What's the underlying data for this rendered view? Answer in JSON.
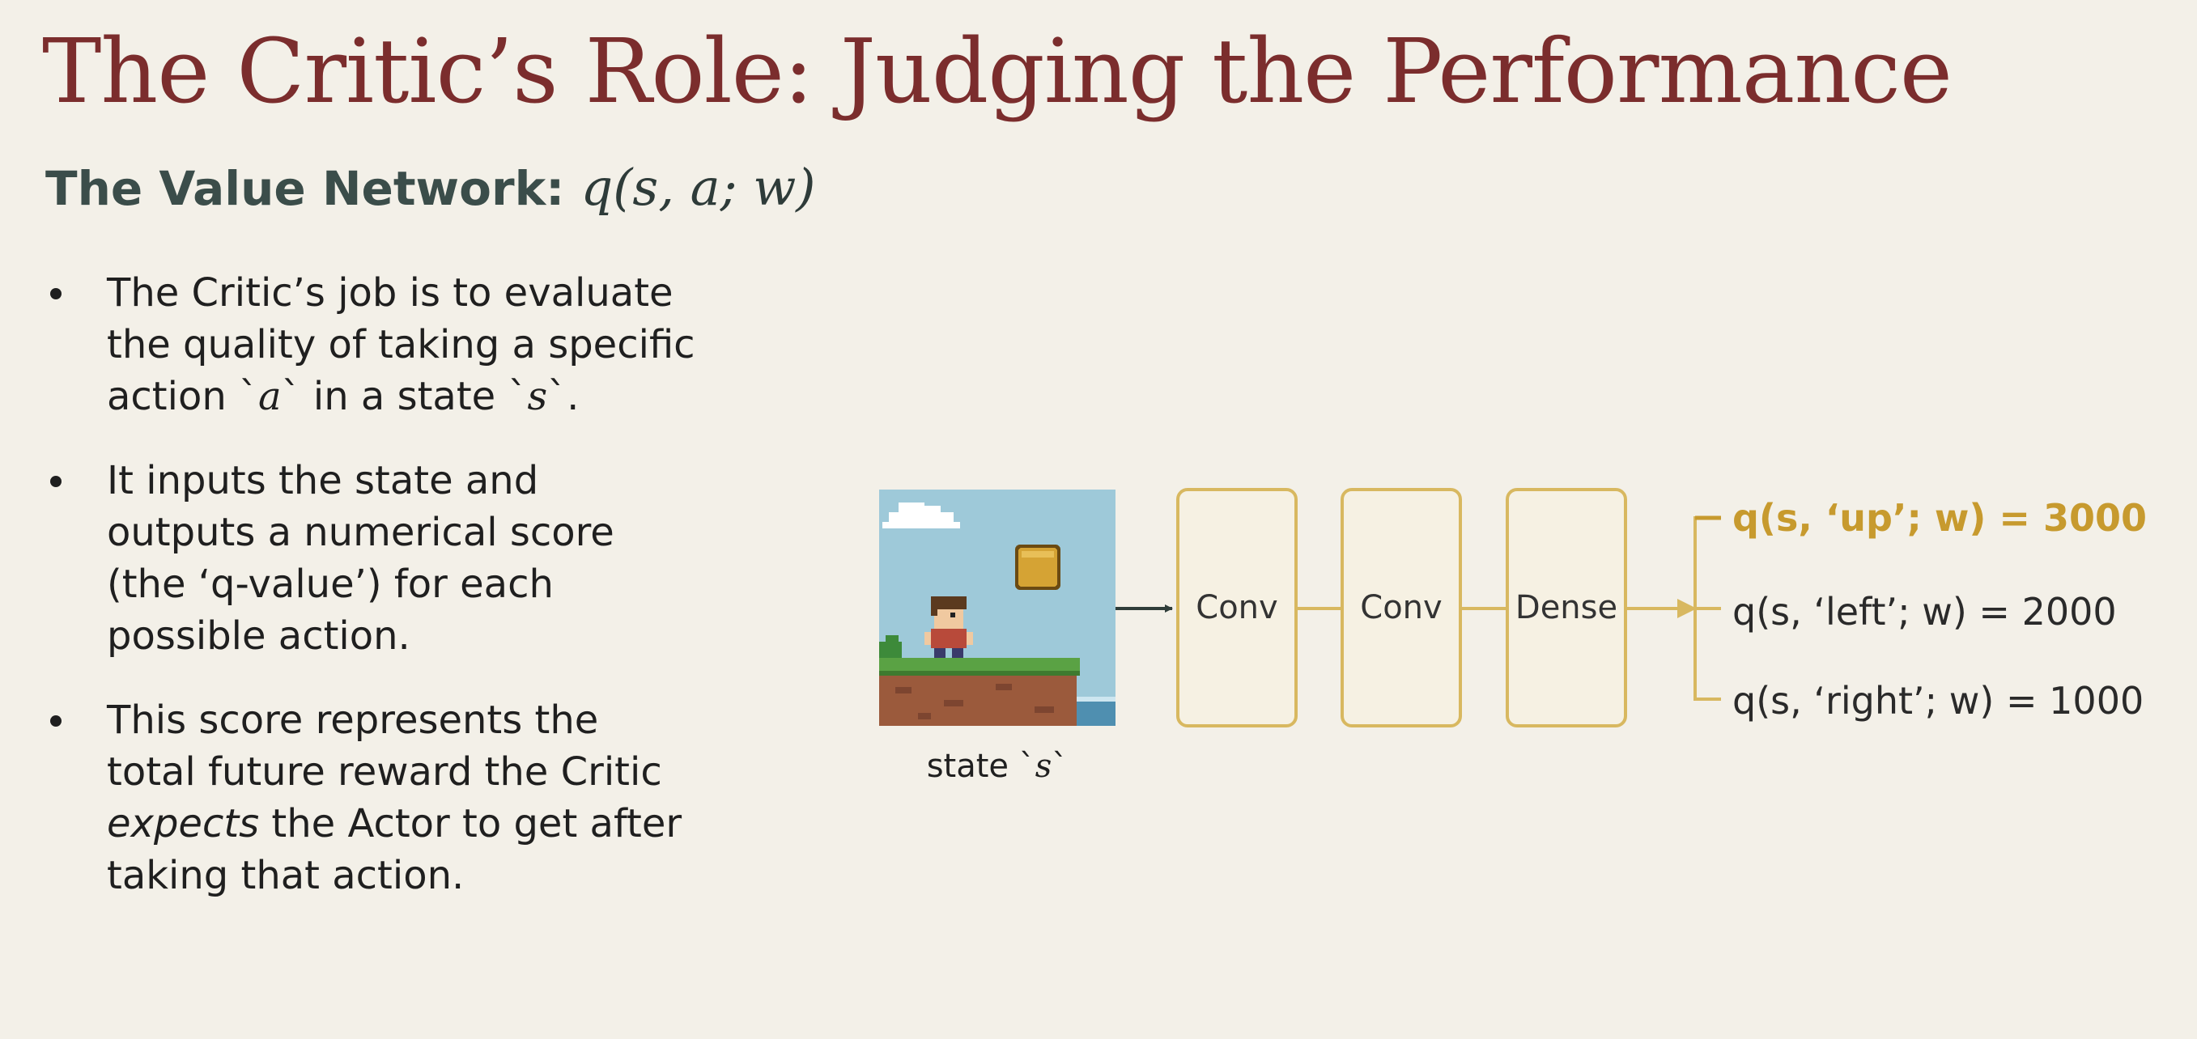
{
  "title": "The Critic’s Role: Judging the Performance",
  "subtitle": {
    "label": "The Value Network: ",
    "formula": "q(s, a; w)"
  },
  "bullets": [
    {
      "lines": [
        "The Critic’s job is to evaluate",
        "the quality of taking a specific"
      ],
      "last_pre": "action `",
      "last_var1": "a",
      "last_mid": "` in a state `",
      "last_var2": "s",
      "last_post": "`."
    },
    {
      "lines": [
        "It inputs the state and",
        "outputs a numerical score",
        "(the ‘q-value’) for each",
        "possible action."
      ]
    },
    {
      "line1": "This score represents the",
      "line2": "total future reward the Critic",
      "line3_em": "expects",
      "line3_rest": " the Actor to get after",
      "line4": "taking that action."
    }
  ],
  "diagram": {
    "state_caption_pre": "state `",
    "state_caption_var": "s",
    "state_caption_post": "`",
    "layers": [
      "Conv",
      "Conv",
      "Dense"
    ],
    "outputs": [
      {
        "label": "q(s, ‘up’; w) = 3000",
        "highlighted": true
      },
      {
        "label": "q(s, ‘left’; w) = 2000",
        "highlighted": false
      },
      {
        "label": "q(s, ‘right’; w) = 1000",
        "highlighted": false
      }
    ]
  },
  "colors": {
    "title": "#7b2d2d",
    "subtitle": "#3b4d4a",
    "accent_gold": "#c79a2e",
    "layer_border": "#d8b860",
    "background": "#f3f0e8"
  }
}
